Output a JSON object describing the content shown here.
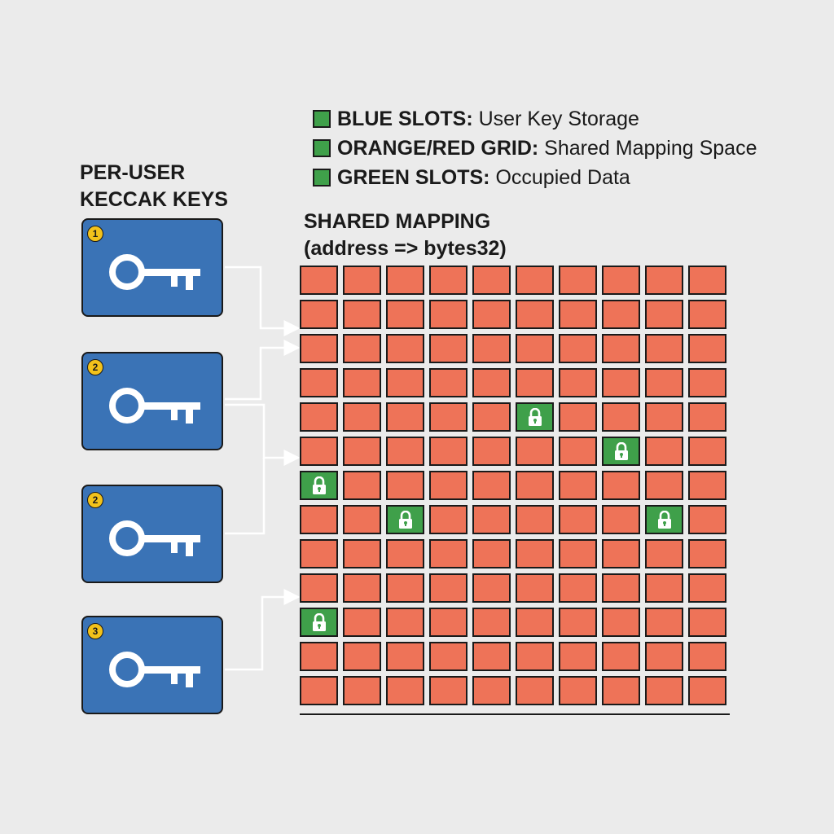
{
  "legend": [
    {
      "name": "BLUE SLOTS:",
      "desc": " User Key Storage"
    },
    {
      "name": "ORANGE/RED GRID:",
      "desc": " Shared Mapping Space"
    },
    {
      "name": "GREEN SLOTS:",
      "desc": " Occupied Data"
    }
  ],
  "keys_panel": {
    "title_line1": "PER-USER",
    "title_line2": "KECCAK KEYS",
    "cards": [
      {
        "badge": "1",
        "icon": "key-icon"
      },
      {
        "badge": "2",
        "icon": "key-icon"
      },
      {
        "badge": "2",
        "icon": "key-icon"
      },
      {
        "badge": "3",
        "icon": "key-icon"
      }
    ]
  },
  "mapping": {
    "title_line1": "SHARED MAPPING",
    "title_line2": "(address => bytes32)",
    "rows": 13,
    "cols": 10,
    "occupied": [
      [
        4,
        5
      ],
      [
        5,
        7
      ],
      [
        6,
        0
      ],
      [
        7,
        2
      ],
      [
        7,
        8
      ],
      [
        10,
        0
      ]
    ],
    "occupied_icon": "lock-icon"
  },
  "colors": {
    "background": "#ebebeb",
    "key_card": "#3a73b6",
    "grid_cell": "#ee7358",
    "occupied_cell": "#3fa04a",
    "badge": "#f2c21b"
  }
}
